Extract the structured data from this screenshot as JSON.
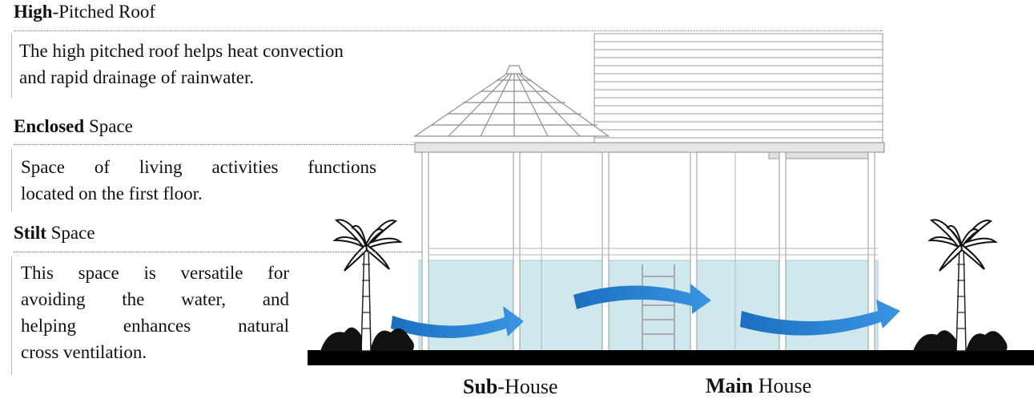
{
  "sections": [
    {
      "heading_bold": "High",
      "heading_rest": "-Pitched Roof",
      "lines": [
        "The high pitched roof helps heat convection",
        "and rapid drainage of rainwater."
      ]
    },
    {
      "heading_bold": "Enclosed",
      "heading_rest": " Space",
      "lines": [
        "Space of living activities functions",
        "located on the first floor."
      ]
    },
    {
      "heading_bold": "Stilt",
      "heading_rest": " Space",
      "lines": [
        "This space is versatile for",
        "avoiding the water, and",
        "helping enhances natural",
        "cross ventilation."
      ]
    }
  ],
  "captions": {
    "sub_bold": "Sub",
    "sub_rest": "-House",
    "main_bold": "Main",
    "main_rest": " House"
  },
  "colors": {
    "water": "#cfe8ee",
    "arrow": "#2f86d6",
    "ground": "#000000",
    "building_line": "#999999"
  }
}
